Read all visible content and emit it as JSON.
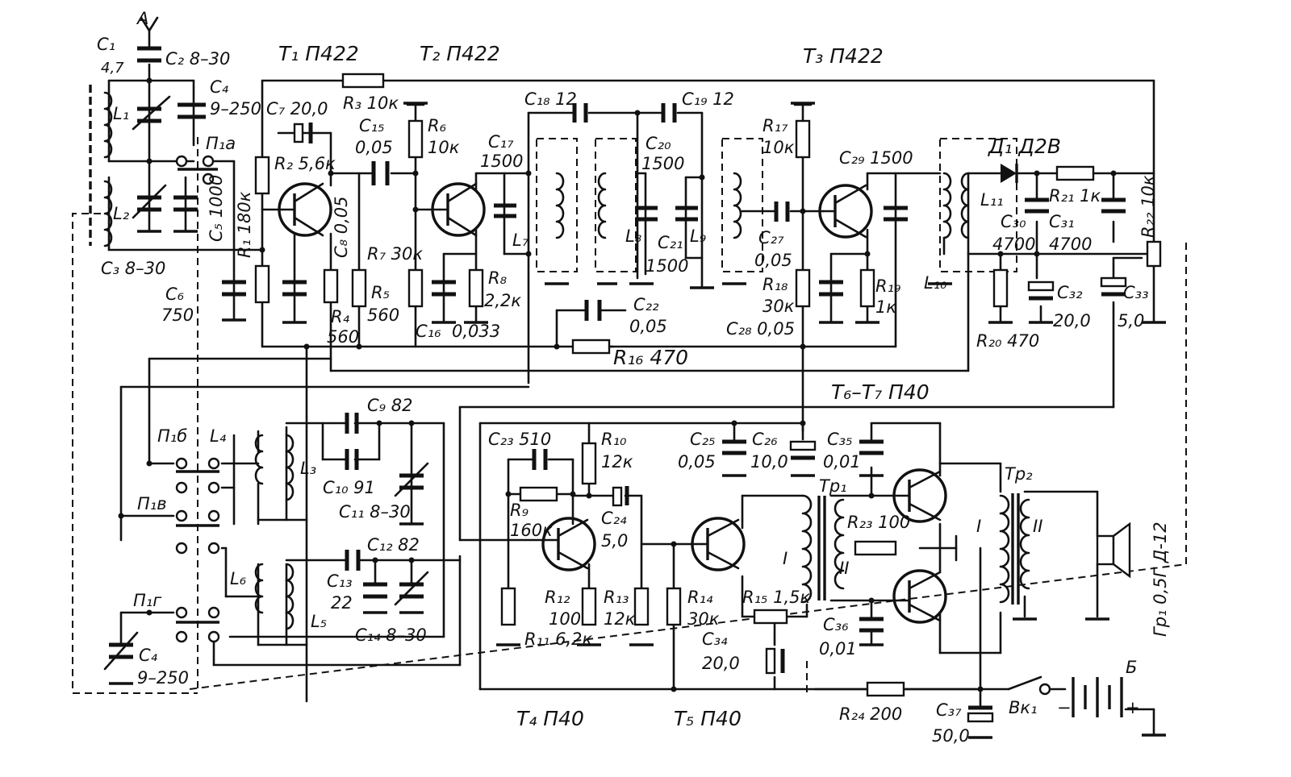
{
  "transistors": {
    "t1": "T₁ П422",
    "t2": "T₂ П422",
    "t3": "T₃ П422",
    "t67": "T₆–T₇ П40",
    "t4": "T₄ П40",
    "t5": "T₅ П40"
  },
  "labels": {
    "antenna": "A",
    "c1": "C₁",
    "c1v": "4,7",
    "c2": "C₂ 8–30",
    "c4top": "C₄",
    "c4topv": "9–250",
    "l1": "L₁",
    "l2": "L₂",
    "c3": "C₃ 8–30",
    "p1a": "П₁а",
    "c7": "C₇ 20,0",
    "r3": "R₃ 10к",
    "r2": "R₂ 5,6к",
    "c5": "C₅ 1000",
    "r1": "R₁ 180к",
    "c6": "C₆",
    "c6v": "750",
    "c15": "C₁₅",
    "c15v": "0,05",
    "r6": "R₆",
    "r6v": "10к",
    "c8": "C₈ 0,05",
    "r7": "R₇ 30к",
    "r5": "R₅",
    "r5v": "560",
    "r4": "R₄",
    "r4v": "560",
    "c16": "C₁₆",
    "c16v": "0,033",
    "r8": "R₈",
    "r8v": "2,2к",
    "c17": "C₁₇",
    "c17v": "1500",
    "l7": "L₇",
    "c18": "C₁₈ 12",
    "c19": "C₁₉ 12",
    "c20": "C₂₀",
    "c20v": "1500",
    "l8": "L₈",
    "c21": "C₂₁",
    "c21v": "1500",
    "l9": "L₉",
    "c22": "C₂₂",
    "c22v": "0,05",
    "r16": "R₁₆ 470",
    "r17": "R₁₇",
    "r17v": "10к",
    "c27": "C₂₇",
    "c27v": "0,05",
    "r18": "R₁₈",
    "r18v": "30к",
    "c28": "C₂₈ 0,05",
    "c29": "C₂₉ 1500",
    "r19": "R₁₉",
    "r19v": "1к",
    "l10": "L₁₀",
    "l11": "L₁₁",
    "d1": "Д₁ Д2В",
    "r21": "R₂₁ 1к",
    "r22": "R₂₂ 10к",
    "c30": "C₃₀",
    "c30v": "4700",
    "c31": "C₃₁",
    "c31v": "4700",
    "c32": "C₃₂",
    "c32v": "20,0",
    "c33": "C₃₃",
    "c33v": "5,0",
    "r20": "R₂₀ 470",
    "p1b": "П₁б",
    "p1v": "П₁в",
    "p1g": "П₁г",
    "l4": "L₄",
    "l3": "L₃",
    "l6": "L₆",
    "l5": "L₅",
    "c9": "C₉ 82",
    "c10": "C₁₀ 91",
    "c11": "C₁₁ 8–30",
    "c12": "C₁₂ 82",
    "c13": "C₁₃",
    "c13v": "22",
    "c14": "C₁₄ 8–30",
    "c4bot": "C₄",
    "c4botv": "9–250",
    "c23": "C₂₃ 510",
    "r10": "R₁₀",
    "r10v": "12к",
    "r9": "R₉",
    "r9v": "160к",
    "c24": "C₂₄",
    "c24v": "5,0",
    "r12": "R₁₂",
    "r12v": "100",
    "r11": "R₁₁ 6,2к",
    "r13": "R₁₃",
    "r13v": "12к",
    "r14": "R₁₄",
    "r14v": "30к",
    "c25": "C₂₅",
    "c25v": "0,05",
    "c26": "C₂₆",
    "c26v": "10,0",
    "c35": "C₃₅",
    "c35v": "0,01",
    "tr1": "Tp₁",
    "tr2": "Tp₂",
    "r23": "R₂₃ 100",
    "r15": "R₁₅ 1,5к",
    "c34": "C₃₄",
    "c34v": "20,0",
    "c36": "C₃₆",
    "c36v": "0,01",
    "wI1": "I",
    "wII1": "II",
    "wI2": "I",
    "wII2": "II",
    "speaker": "Гр₁ 0,5Г Д-12",
    "r24": "R₂₄ 200",
    "c37": "C₃₇",
    "c37v": "50,0",
    "vk1": "Вк₁",
    "battery": "Б",
    "minus": "−",
    "plus": "+"
  }
}
